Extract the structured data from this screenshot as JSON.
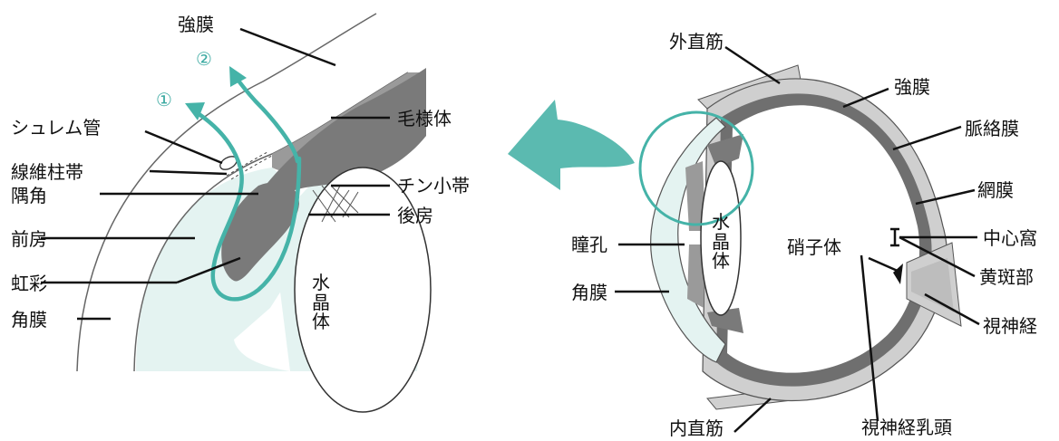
{
  "colors": {
    "aqueous": "#e4f3f1",
    "flow": "#45b3a8",
    "tissue_dark": "#7a7a7a",
    "tissue_mid": "#bdbdbd",
    "line": "#111111"
  },
  "left_detail": {
    "labels": {
      "sclera": "強膜",
      "ciliary_body": "毛様体",
      "schlemm_canal": "シュレム管",
      "trabecular_meshwork": "線維柱帯",
      "angle": "隅角",
      "anterior_chamber": "前房",
      "iris": "虹彩",
      "cornea": "角膜",
      "zonule": "チン小帯",
      "posterior_chamber": "後房",
      "lens": "水晶体"
    },
    "flow_markers": {
      "route_1": "①",
      "route_2": "②"
    }
  },
  "right_eye": {
    "labels": {
      "lateral_rectus": "外直筋",
      "sclera": "強膜",
      "choroid": "脈絡膜",
      "retina": "網膜",
      "fovea": "中心窩",
      "macula": "黄斑部",
      "optic_nerve": "視神経",
      "optic_disc": "視神経乳頭",
      "medial_rectus": "内直筋",
      "pupil": "瞳孔",
      "cornea": "角膜",
      "vitreous": "硝子体",
      "lens": "水晶体"
    }
  },
  "icons": [
    "zoom-arrow-icon"
  ]
}
